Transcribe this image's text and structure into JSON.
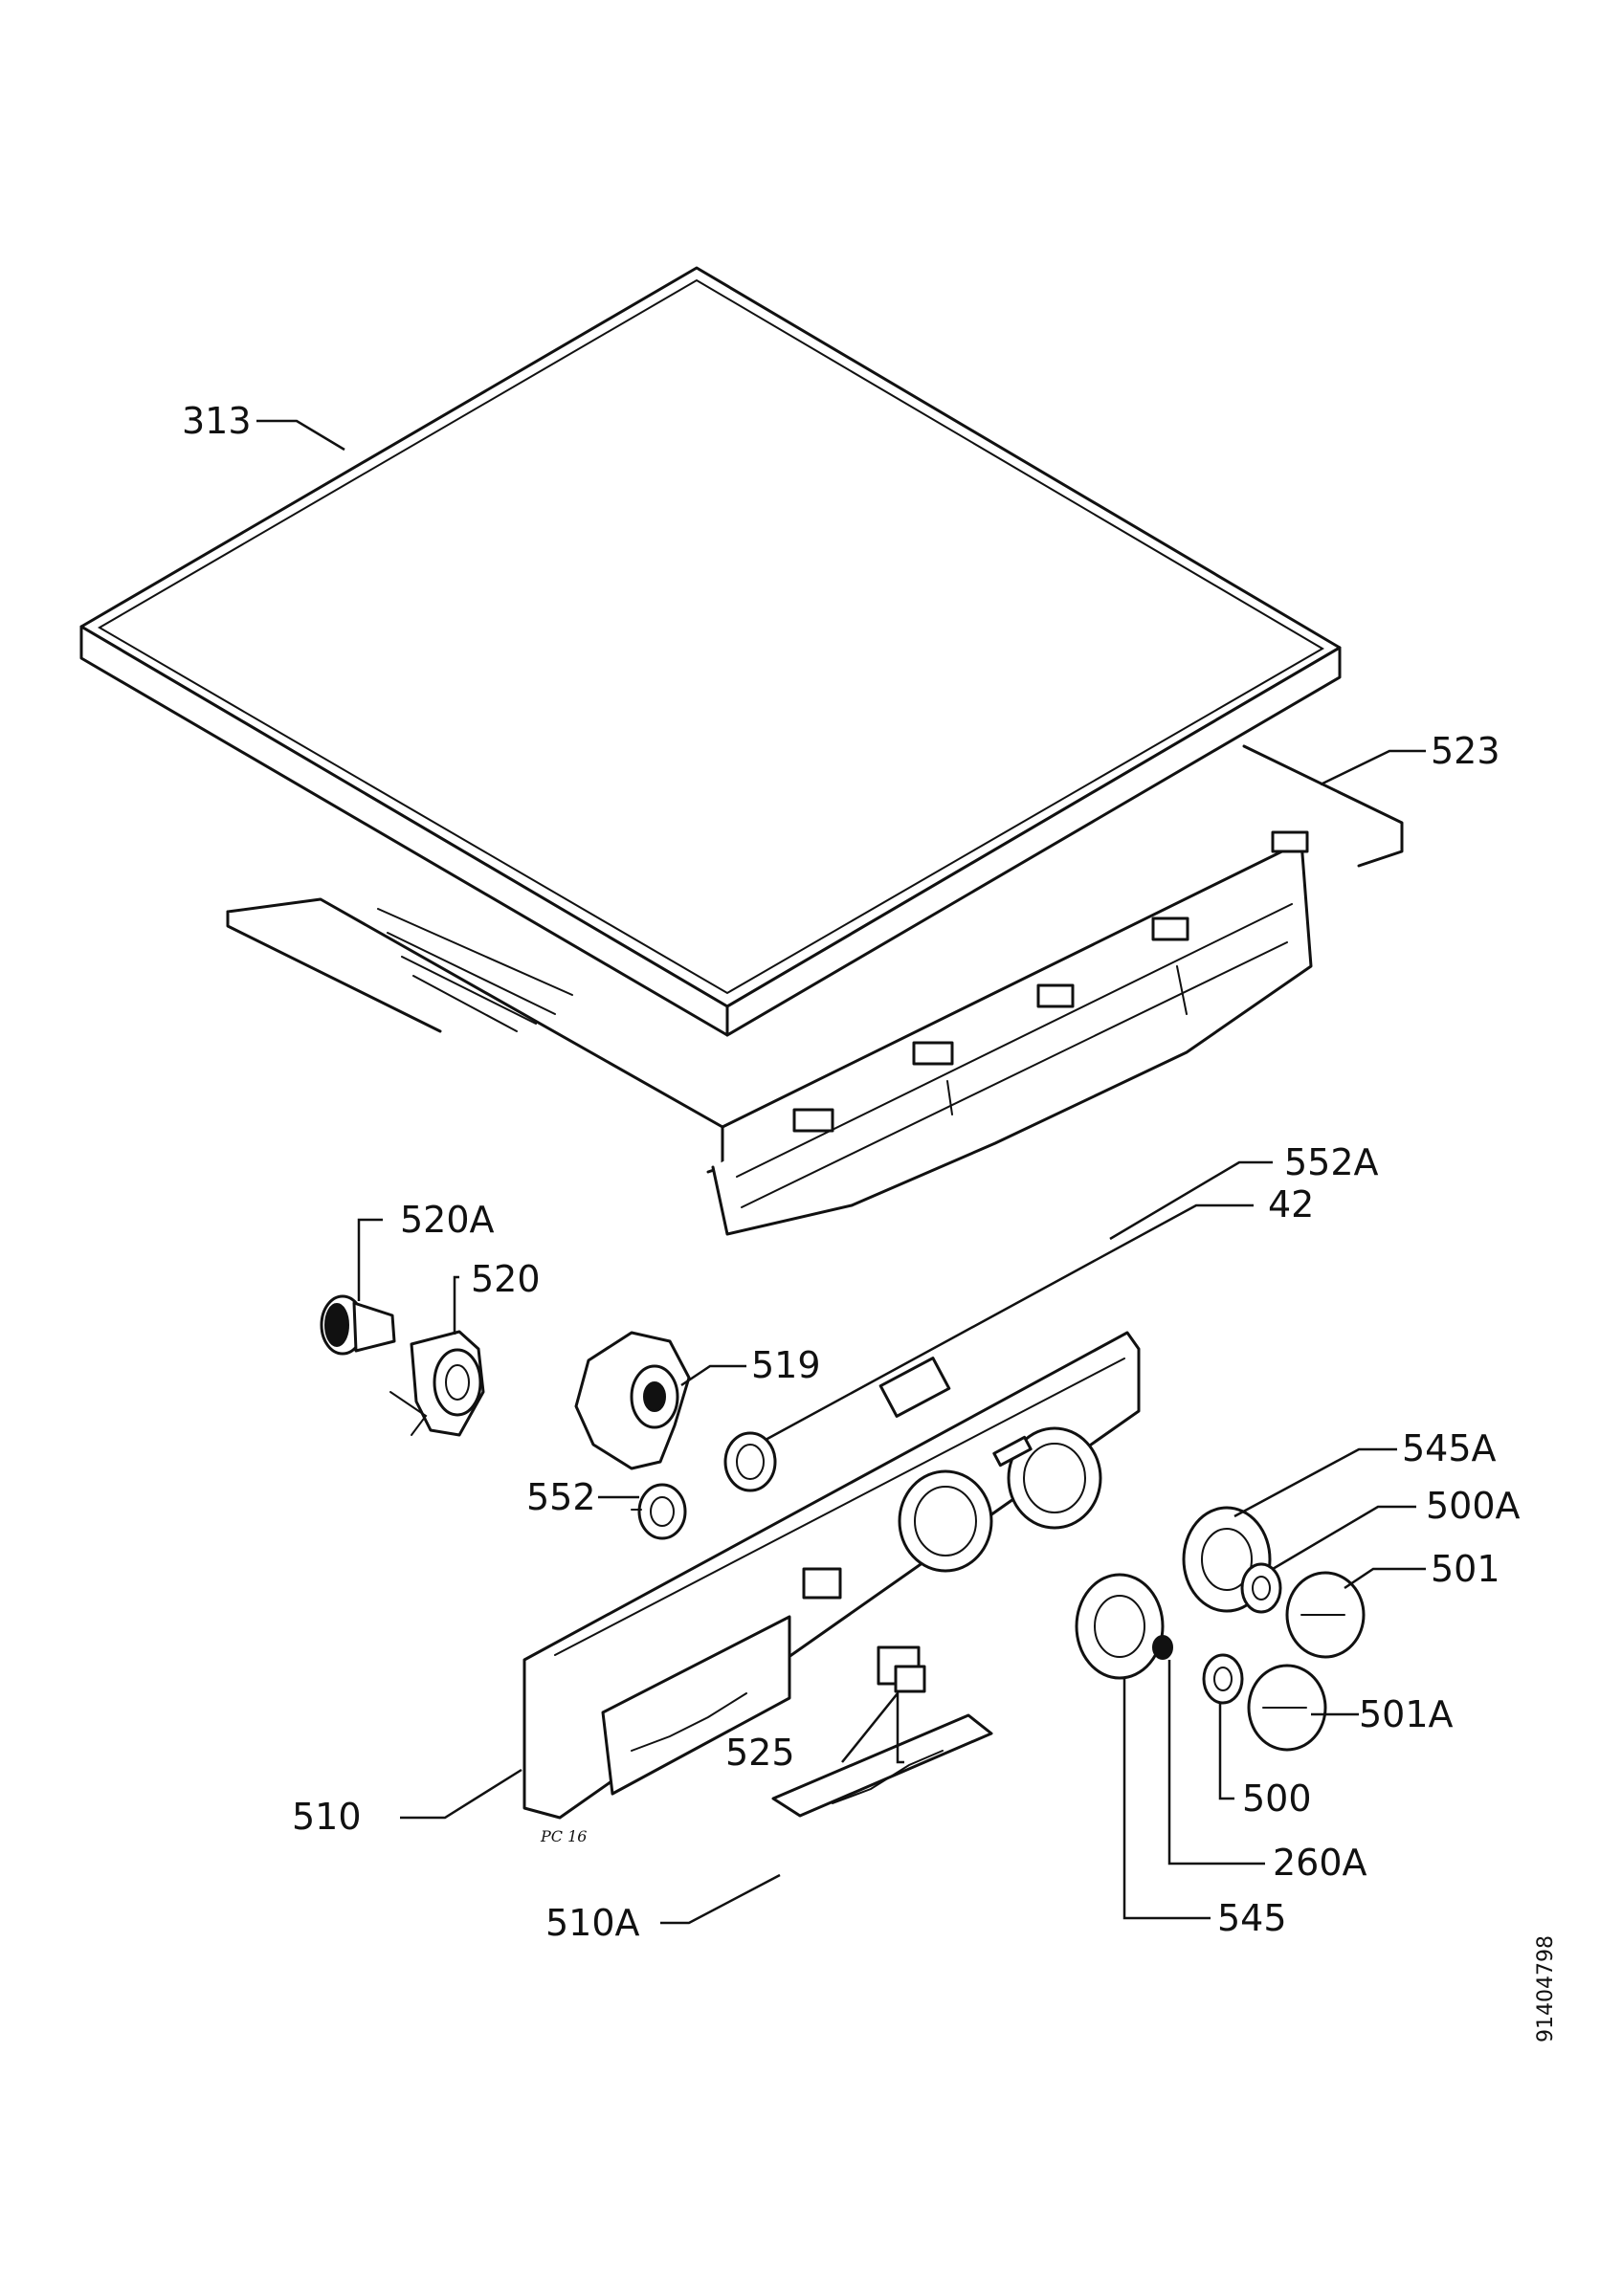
{
  "callouts": {
    "c313": "313",
    "c523": "523",
    "c552A": "552A",
    "c42": "42",
    "c520A": "520A",
    "c520": "520",
    "c519": "519",
    "c552": "552",
    "c545A": "545A",
    "c500A": "500A",
    "c501": "501",
    "c501A": "501A",
    "c500": "500",
    "c525": "525",
    "c510": "510",
    "c260A": "260A",
    "c545": "545",
    "c510A": "510A"
  },
  "document_number": "91404798",
  "handwritten_note": "PC 16"
}
